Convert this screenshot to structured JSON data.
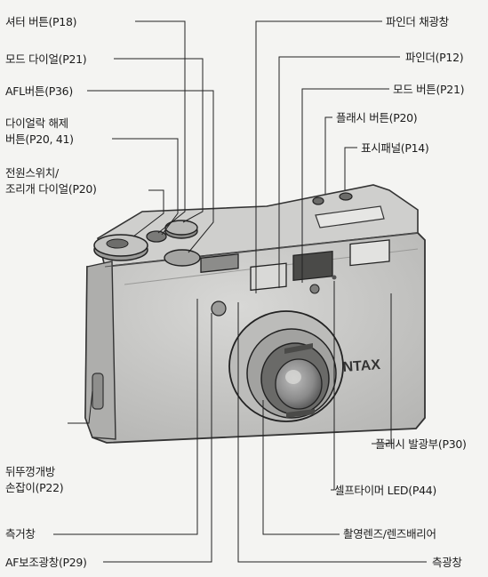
{
  "labels": {
    "shutter_button": "셔터 버튼(P18)",
    "mode_dial": "모드 다이얼(P21)",
    "afl_button": "AFL버튼(P36)",
    "dial_lock_release_1": "다이얼락 해제",
    "dial_lock_release_2": "버튼(P20, 41)",
    "power_switch_1": "전원스위치/",
    "power_switch_2": "조리개 다이얼(P20)",
    "back_cover_1": "뒤뚜껑개방",
    "back_cover_2": "손잡이(P22)",
    "rangefinder_window": "측거창",
    "af_assist_window": "AF보조광창(P29)",
    "finder_light_window": "파인더 채광창",
    "finder": "파인더(P12)",
    "mode_button": "모드 버튼(P21)",
    "flash_button": "플래시 버튼(P20)",
    "display_panel": "표시패널(P14)",
    "flash_emitter": "플래시 발광부(P30)",
    "self_timer_led": "셀프타이머 LED(P44)",
    "lens_barrier": "촬영렌즈/렌즈배리어",
    "metering_window": "측광창"
  },
  "camera": {
    "brand_partial": "NTAX"
  }
}
